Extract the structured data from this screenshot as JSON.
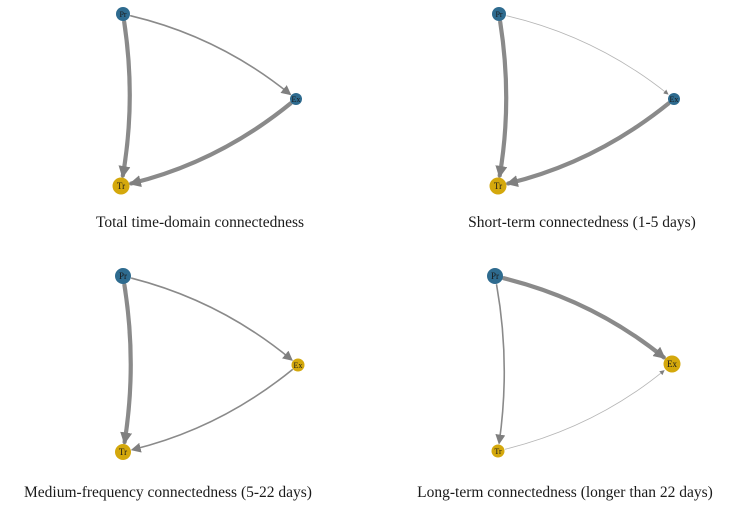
{
  "panels": [
    {
      "caption": "Total time-domain connectedness",
      "nodes": [
        {
          "id": "Pr",
          "label": "Pr",
          "role": "transmitter",
          "color": "#2e6b8f"
        },
        {
          "id": "Ex",
          "label": "Ex",
          "role": "transmitter",
          "color": "#2e6b8f"
        },
        {
          "id": "Tr",
          "label": "Tr",
          "role": "receiver",
          "color": "#d4a80c"
        }
      ],
      "edges": [
        {
          "from": "Pr",
          "to": "Ex",
          "strength": "moderate"
        },
        {
          "from": "Pr",
          "to": "Tr",
          "strength": "strong"
        },
        {
          "from": "Ex",
          "to": "Tr",
          "strength": "strong"
        }
      ]
    },
    {
      "caption": "Short-term connectedness (1-5 days)",
      "nodes": [
        {
          "id": "Pr",
          "label": "Pr",
          "role": "transmitter",
          "color": "#2e6b8f"
        },
        {
          "id": "Ex",
          "label": "Ex",
          "role": "transmitter",
          "color": "#2e6b8f"
        },
        {
          "id": "Tr",
          "label": "Tr",
          "role": "receiver",
          "color": "#d4a80c"
        }
      ],
      "edges": [
        {
          "from": "Pr",
          "to": "Ex",
          "strength": "weak"
        },
        {
          "from": "Pr",
          "to": "Tr",
          "strength": "strong"
        },
        {
          "from": "Ex",
          "to": "Tr",
          "strength": "strong"
        }
      ]
    },
    {
      "caption": "Medium-frequency connectedness (5-22 days)",
      "nodes": [
        {
          "id": "Pr",
          "label": "Pr",
          "role": "transmitter",
          "color": "#2e6b8f"
        },
        {
          "id": "Ex",
          "label": "Ex",
          "role": "receiver",
          "color": "#d4a80c"
        },
        {
          "id": "Tr",
          "label": "Tr",
          "role": "receiver",
          "color": "#d4a80c"
        }
      ],
      "edges": [
        {
          "from": "Pr",
          "to": "Ex",
          "strength": "moderate"
        },
        {
          "from": "Pr",
          "to": "Tr",
          "strength": "strong"
        },
        {
          "from": "Ex",
          "to": "Tr",
          "strength": "moderate"
        }
      ]
    },
    {
      "caption": "Long-term connectedness (longer than 22 days)",
      "nodes": [
        {
          "id": "Pr",
          "label": "Pr",
          "role": "transmitter",
          "color": "#2e6b8f"
        },
        {
          "id": "Ex",
          "label": "Ex",
          "role": "receiver",
          "color": "#d4a80c"
        },
        {
          "id": "Tr",
          "label": "Tr",
          "role": "receiver",
          "color": "#d4a80c"
        }
      ],
      "edges": [
        {
          "from": "Pr",
          "to": "Ex",
          "strength": "strong"
        },
        {
          "from": "Pr",
          "to": "Tr",
          "strength": "moderate"
        },
        {
          "from": "Tr",
          "to": "Ex",
          "strength": "weak"
        }
      ]
    }
  ],
  "colors": {
    "edge": "#8a8a8a",
    "transmitter": "#2e6b8f",
    "receiver": "#d4a80c"
  }
}
